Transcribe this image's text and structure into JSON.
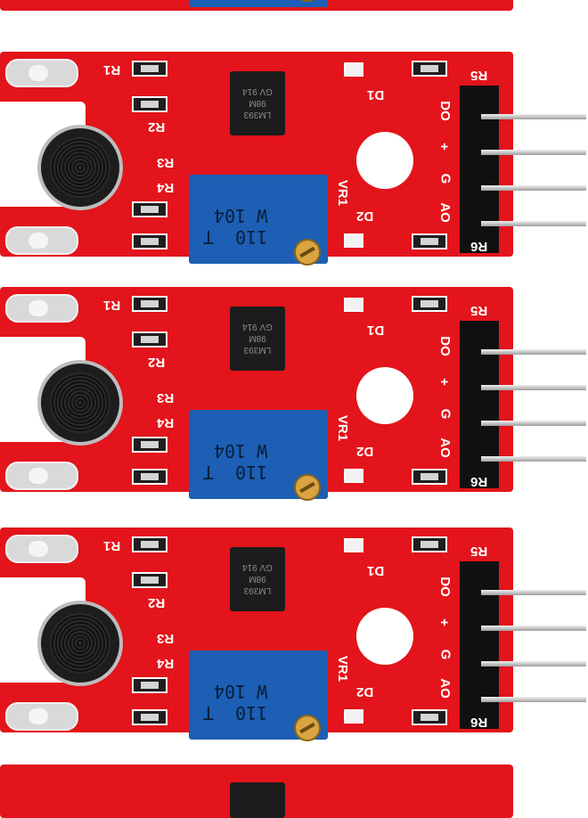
{
  "image": {
    "subject": "LM393 sound sensor modules",
    "board_color": "#e3141b",
    "potentiometer_color": "#1c5fb4"
  },
  "modules": [
    {
      "chip": "LM393\n98M\nGV 914",
      "pot": "110  T\nW 104",
      "labels": {
        "r1": "R1",
        "r2": "R2",
        "r3": "R3",
        "r4": "R4",
        "r5": "R5",
        "r6": "R6",
        "d1": "D1",
        "d2": "D2",
        "vr1": "VR1",
        "do": "DO",
        "plus": "+",
        "g": "G",
        "ao": "AO"
      }
    },
    {
      "chip": "LM393\n98M\nGV 914",
      "pot": "110  T\nW 104",
      "labels": {
        "r1": "R1",
        "r2": "R2",
        "r3": "R3",
        "r4": "R4",
        "r5": "R5",
        "r6": "R6",
        "d1": "D1",
        "d2": "D2",
        "vr1": "VR1",
        "do": "DO",
        "plus": "+",
        "g": "G",
        "ao": "AO"
      }
    },
    {
      "chip": "LM393\n98M\nGV 914",
      "pot": "110  T\nW 104",
      "labels": {
        "r1": "R1",
        "r2": "R2",
        "r3": "R3",
        "r4": "R4",
        "r5": "R5",
        "r6": "R6",
        "d1": "D1",
        "d2": "D2",
        "vr1": "VR1",
        "do": "DO",
        "plus": "+",
        "g": "G",
        "ao": "AO"
      }
    }
  ]
}
